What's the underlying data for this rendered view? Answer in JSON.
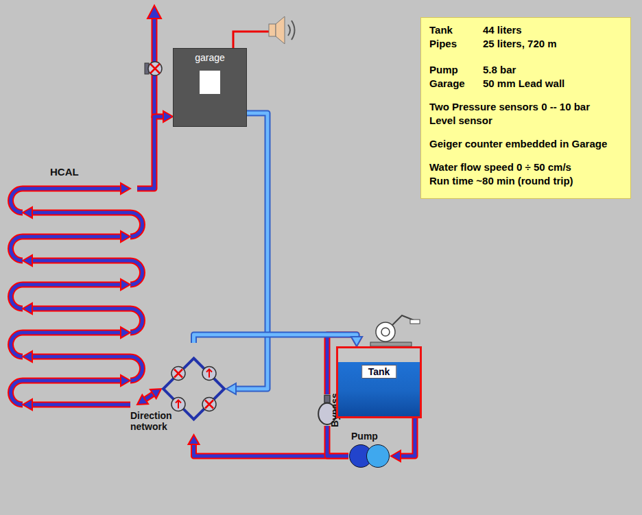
{
  "diagram": {
    "nodes": [
      {
        "text": [
          "HCAL"
        ]
      },
      {
        "text": [
          "garage"
        ]
      },
      {
        "text": [
          "Tank",
          "44 liters",
          "Pipes",
          "25 liters, 720 m",
          "Pump",
          "5.8 bar",
          "Garage",
          "50 mm Lead wall",
          "Two Pressure sensors 0 -- 10 bar",
          "Level sensor",
          "Geiger counter embedded in Garage",
          "Water flow speed 0 ÷ 50 cm/s",
          "Run time ~80 min (round trip)"
        ]
      },
      {
        "text": [
          "Direction network"
        ]
      },
      {
        "text": [
          "Bypass"
        ]
      },
      {
        "text": [
          "Tank"
        ]
      },
      {
        "text": [
          "Pump"
        ]
      }
    ],
    "edges": [
      {
        "from": 5,
        "to": 6,
        "arrow": "to"
      },
      {
        "from": 6,
        "to": 3,
        "arrow": "to"
      },
      {
        "from": 3,
        "to": 0,
        "arrow": "both"
      },
      {
        "from": 0,
        "to": 1,
        "arrow": "to"
      },
      {
        "from": 1,
        "to": 3,
        "arrow": "to"
      },
      {
        "from": 3,
        "to": 5,
        "arrow": "to"
      },
      {
        "from": 6,
        "to": 4,
        "arrow": "none"
      },
      {
        "from": 4,
        "to": 5,
        "arrow": "to"
      }
    ]
  }
}
